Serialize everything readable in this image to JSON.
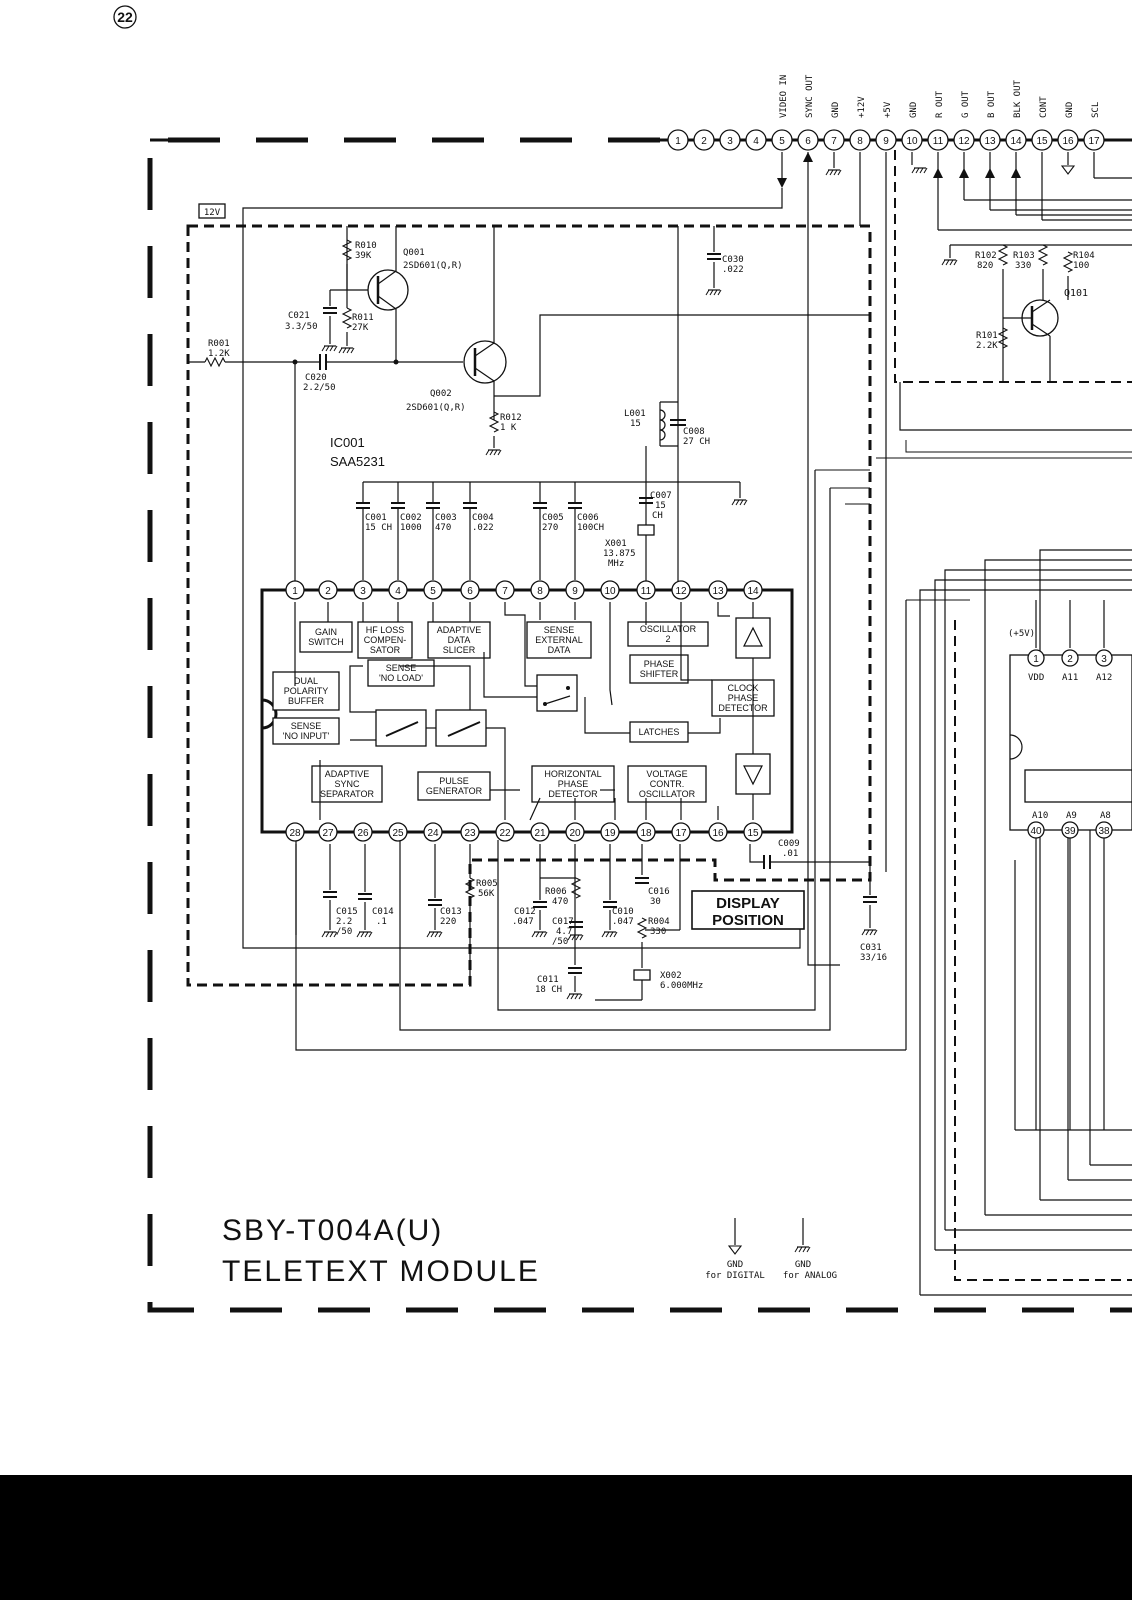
{
  "page_number": "22",
  "title": {
    "line1": "SBY-T004A(U)",
    "line2": "TELETEXT MODULE"
  },
  "connector": {
    "pins": [
      "1",
      "2",
      "3",
      "4",
      "5",
      "6",
      "7",
      "8",
      "9",
      "10",
      "11",
      "12",
      "13",
      "14",
      "15",
      "16",
      "17"
    ],
    "signals": {
      "5": "VIDEO IN",
      "6": "SYNC OUT",
      "7": "GND",
      "8": "+12V",
      "9": "+5V",
      "10": "GND",
      "11": "R OUT",
      "12": "G OUT",
      "13": "B OUT",
      "14": "BLK OUT",
      "15": "CONT",
      "16": "GND",
      "17": "SCL"
    }
  },
  "supply_label": "12V",
  "supply_5v_label": "(+5V)",
  "components": {
    "R010": {
      "ref": "R010",
      "val": "39K"
    },
    "R011": {
      "ref": "R011",
      "val": "27K"
    },
    "R001": {
      "ref": "R001",
      "val": "1.2K"
    },
    "R012": {
      "ref": "R012",
      "val": "1 K"
    },
    "R005": {
      "ref": "R005",
      "val": "56K"
    },
    "R006": {
      "ref": "R006",
      "val": "470"
    },
    "R004": {
      "ref": "R004",
      "val": "330"
    },
    "R101": {
      "ref": "R101",
      "val": "2.2K"
    },
    "R102": {
      "ref": "R102",
      "val": "820"
    },
    "R103": {
      "ref": "R103",
      "val": "330"
    },
    "R104": {
      "ref": "R104",
      "val": "100"
    },
    "C021": {
      "ref": "C021",
      "val": "3.3/50"
    },
    "C020": {
      "ref": "C020",
      "val": "2.2/50"
    },
    "C030": {
      "ref": "C030",
      "val": ".022"
    },
    "C008": {
      "ref": "C008",
      "val": "27 CH"
    },
    "C007": {
      "ref": "C007",
      "val": "15",
      "val2": "CH"
    },
    "C001": {
      "ref": "C001",
      "val": "15 CH"
    },
    "C002": {
      "ref": "C002",
      "val": "1000"
    },
    "C003": {
      "ref": "C003",
      "val": "470"
    },
    "C004": {
      "ref": "C004",
      "val": ".022"
    },
    "C005": {
      "ref": "C005",
      "val": "270"
    },
    "C006": {
      "ref": "C006",
      "val": "100CH"
    },
    "C009": {
      "ref": "C009",
      "val": ".01"
    },
    "C015": {
      "ref": "C015",
      "val": "2.2",
      "val2": "/50"
    },
    "C014": {
      "ref": "C014",
      "val": ".1"
    },
    "C013": {
      "ref": "C013",
      "val": "220"
    },
    "C012": {
      "ref": "C012",
      "val": ".047"
    },
    "C017": {
      "ref": "C017",
      "val": "4.7",
      "val2": "/50"
    },
    "C010": {
      "ref": "C010",
      "val": ".047"
    },
    "C016": {
      "ref": "C016",
      "val": "30"
    },
    "C011": {
      "ref": "C011",
      "val": "18 CH"
    },
    "C031": {
      "ref": "C031",
      "val": "33/16"
    },
    "L001": {
      "ref": "L001",
      "val": "15"
    },
    "X001": {
      "ref": "X001",
      "val": "13.875",
      "unit": "MHz"
    },
    "X002": {
      "ref": "X002",
      "val": "6.000MHz"
    },
    "Q001": {
      "ref": "Q001",
      "part": "2SD601(Q,R)"
    },
    "Q002": {
      "ref": "Q002",
      "part": "2SD601(Q,R)"
    },
    "Q101": {
      "ref": "Q101"
    }
  },
  "ic": {
    "ref": "IC001",
    "part": "SAA5231",
    "top_pins": [
      "1",
      "2",
      "3",
      "4",
      "5",
      "6",
      "7",
      "8",
      "9",
      "10",
      "11",
      "12",
      "13",
      "14"
    ],
    "bottom_pins": [
      "28",
      "27",
      "26",
      "25",
      "24",
      "23",
      "22",
      "21",
      "20",
      "19",
      "18",
      "17",
      "16",
      "15"
    ],
    "blocks": {
      "gain_switch": [
        "GAIN",
        "SWITCH"
      ],
      "hf_loss": [
        "HF LOSS",
        "COMPEN-",
        "SATOR"
      ],
      "adaptive_slicer": [
        "ADAPTIVE",
        "DATA",
        "SLICER"
      ],
      "sense_external": [
        "SENSE",
        "EXTERNAL",
        "DATA"
      ],
      "oscillator2": [
        "OSCILLATOR",
        "2"
      ],
      "phase_shifter": [
        "PHASE",
        "SHIFTER"
      ],
      "clock_phase": [
        "CLOCK",
        "PHASE",
        "DETECTOR"
      ],
      "sense_no_load": [
        "SENSE",
        "'NO LOAD'"
      ],
      "dual_polarity": [
        "DUAL",
        "POLARITY",
        "BUFFER"
      ],
      "sense_no_input": [
        "SENSE",
        "'NO INPUT'"
      ],
      "latches": [
        "LATCHES"
      ],
      "adaptive_sync": [
        "ADAPTIVE",
        "SYNC",
        "SEPARATOR"
      ],
      "pulse_gen": [
        "PULSE",
        "GENERATOR"
      ],
      "horiz_phase": [
        "HORIZONTAL",
        "PHASE",
        "DETECTOR"
      ],
      "vco": [
        "VOLTAGE",
        "CONTR.",
        "OSCILLATOR"
      ]
    }
  },
  "ic2": {
    "top_pins": [
      "1",
      "2",
      "3"
    ],
    "top_labels": [
      "VDD",
      "A11",
      "A12"
    ],
    "bottom_pins": [
      "40",
      "39",
      "38"
    ],
    "bottom_labels": [
      "A10",
      "A9",
      "A8"
    ]
  },
  "display_position": [
    "DISPLAY",
    "POSITION"
  ],
  "legend": {
    "gnd_digital": [
      "GND",
      "for DIGITAL"
    ],
    "gnd_analog": [
      "GND",
      "for ANALOG"
    ]
  }
}
